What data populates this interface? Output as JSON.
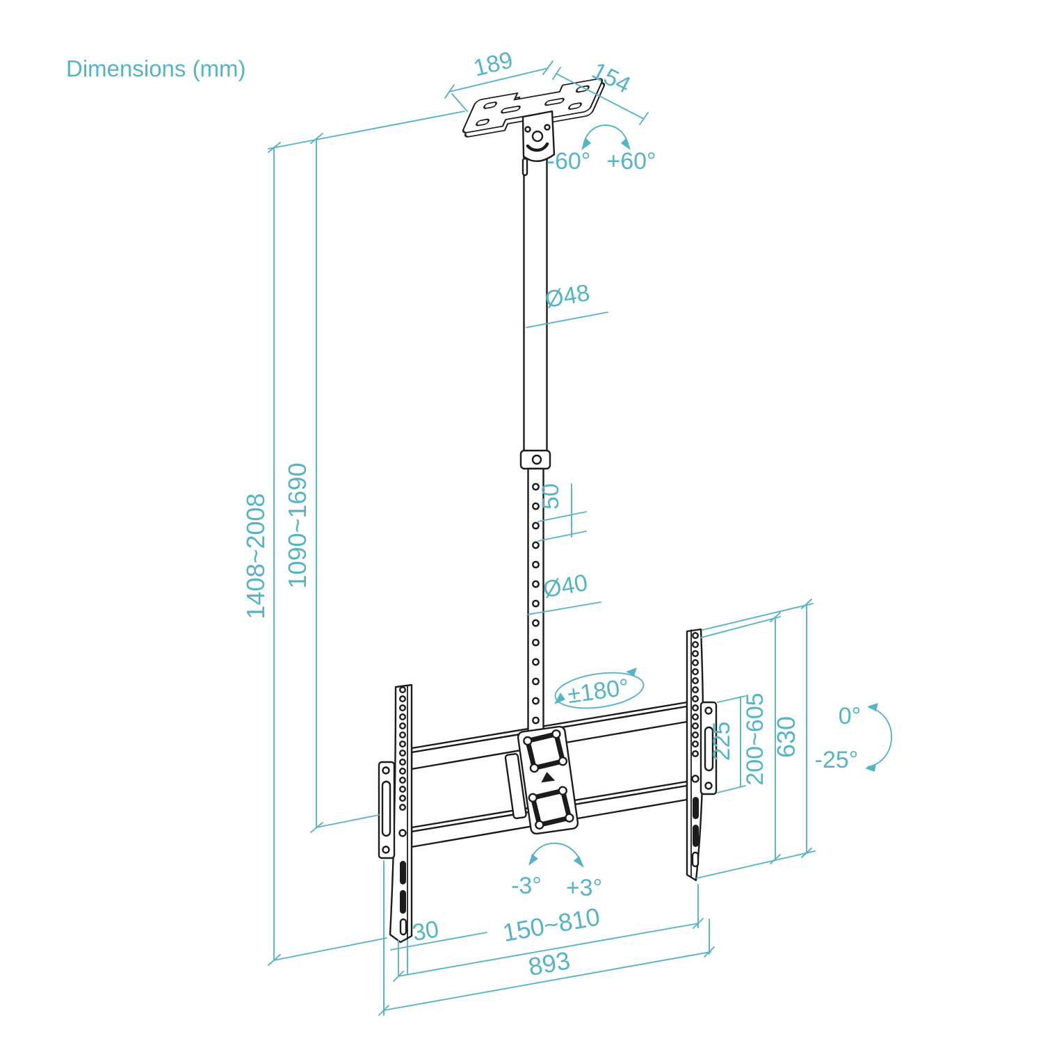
{
  "title": "Dimensions (mm)",
  "colors": {
    "accent": "#57b4c4",
    "line": "#1c1c1c",
    "background": "#ffffff"
  },
  "diagram": {
    "type": "technical-drawing",
    "subject": "TV ceiling mount with telescopic pole and VESA brackets",
    "dims": {
      "plate_width": "189",
      "plate_depth": "154",
      "swivel_neg": "-60°",
      "swivel_pos": "+60°",
      "upper_pole_dia": "Ø48",
      "total_height": "1408~2008",
      "pole_height": "1090~1690",
      "hole_pitch": "50",
      "lower_pole_dia": "Ø40",
      "rotation": "±180°",
      "side_plate_height": "225",
      "vesa_height": "200~605",
      "bracket_height": "630",
      "tilt_zero": "0°",
      "tilt_down": "-25°",
      "level_neg": "-3°",
      "level_pos": "+3°",
      "rail_width": "30",
      "vesa_width": "150~810",
      "bracket_width": "893"
    }
  }
}
